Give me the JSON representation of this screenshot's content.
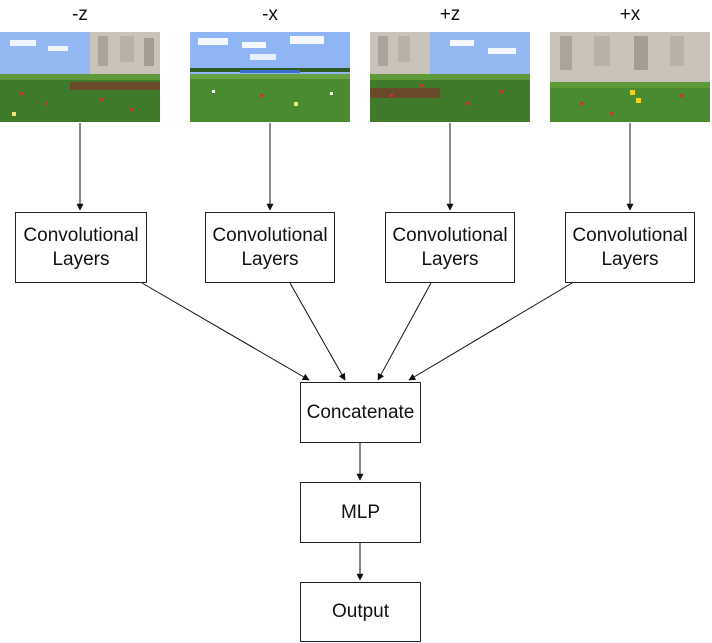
{
  "views": [
    {
      "label": "-z"
    },
    {
      "label": "-x"
    },
    {
      "label": "+z"
    },
    {
      "label": "+x"
    }
  ],
  "conv": [
    {
      "line1": "Convolutional",
      "line2": "Layers"
    },
    {
      "line1": "Convolutional",
      "line2": "Layers"
    },
    {
      "line1": "Convolutional",
      "line2": "Layers"
    },
    {
      "line1": "Convolutional",
      "line2": "Layers"
    }
  ],
  "concat_label": "Concatenate",
  "mlp_label": "MLP",
  "output_label": "Output",
  "colors": {
    "sky": "#8fb5f5",
    "grass": "#3f7a2b",
    "wall": "#c9c3ba",
    "stroke": "#111111"
  }
}
